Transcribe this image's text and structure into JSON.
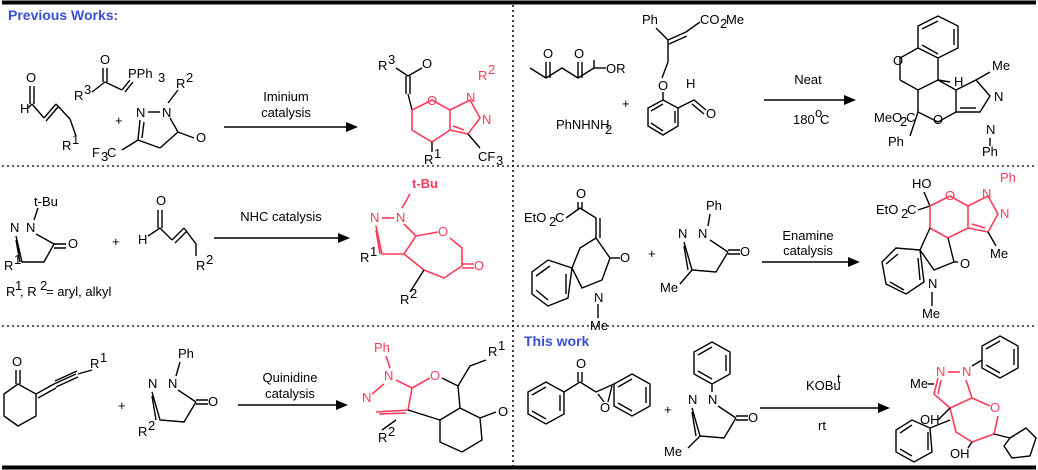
{
  "titles": {
    "previous": "Previous Works:",
    "this_work": "This work"
  },
  "panel1": {
    "conditions": [
      "Iminium",
      "catalysis"
    ],
    "atoms": {
      "h": "H",
      "o1": "O",
      "r1": "R",
      "r1sup": "1",
      "r3": "R",
      "r3sup": "3",
      "o2": "O",
      "pph3": "PPh",
      "pph3sub": "3",
      "plus": "+",
      "n1": "N",
      "n2": "N",
      "r2": "R",
      "r2sup": "2",
      "cf3": "F",
      "cf3pre": "F",
      "cf3c": "C",
      "cf3sub": "3",
      "o3": "O"
    },
    "product": {
      "r3": "R",
      "r3sup": "3",
      "o": "O",
      "ring_o": "O",
      "n1": "N",
      "n2": "N",
      "r2": "R",
      "r2sup": "2",
      "r1": "R",
      "r1sup": "1",
      "cf3": "CF",
      "cf3sub": "3"
    }
  },
  "panel2": {
    "conditions_top": "Neat",
    "conditions_bottom": "180",
    "conditions_deg": "o",
    "conditions_unit": "C",
    "atoms": {
      "o1": "O",
      "o2": "O",
      "or": "OR",
      "ph": "Ph",
      "co2me": "CO",
      "co2me_sub": "2",
      "co2me_end": "Me",
      "phnhnh2": "PhNHNH",
      "phnhnh2_sub": "2",
      "plus": "+",
      "o3": "O",
      "o4": "O",
      "h": "H"
    },
    "product": {
      "o": "O",
      "h": "H",
      "me": "Me",
      "meo2c": "MeO",
      "meo2c_sub": "2",
      "meo2c_end": "C",
      "ph": "Ph",
      "ring_o": "O",
      "n1": "N",
      "n2": "N",
      "nph": "Ph"
    }
  },
  "panel3": {
    "conditions": "NHC catalysis",
    "atoms": {
      "tbu": "t-Bu",
      "n1": "N",
      "n2": "N",
      "o": "O",
      "r1": "R",
      "r1sup": "1",
      "plus": "+",
      "h": "H",
      "o2": "O",
      "r2": "R",
      "r2sup": "2"
    },
    "note": {
      "r1": "R",
      "r1sup": "1",
      "comma": ", R",
      "r2sup": "2",
      "rest": " = aryl, alkyl"
    },
    "product": {
      "tbu": "t-Bu",
      "n1": "N",
      "n2": "N",
      "o": "O",
      "co": "O",
      "r1": "R",
      "r1sup": "1",
      "r2": "R",
      "r2sup": "2"
    }
  },
  "panel4": {
    "conditions": [
      "Enamine",
      "catalysis"
    ],
    "atoms": {
      "eto2c": "EtO",
      "eto2c_sub": "2",
      "eto2c_end": "C",
      "o1": "O",
      "o2": "O",
      "n": "N",
      "me": "Me",
      "plus": "+",
      "pn1": "N",
      "pn2": "N",
      "pph": "Ph",
      "pme": "Me",
      "po": "O"
    },
    "product": {
      "ho": "HO",
      "eto2c": "EtO",
      "eto2c_sub": "2",
      "eto2c_end": "C",
      "ring_o": "O",
      "n1": "N",
      "n2": "N",
      "ph": "Ph",
      "me": "Me",
      "o": "O",
      "n": "N",
      "nme": "Me"
    }
  },
  "panel5": {
    "conditions": [
      "Quinidine",
      "catalysis"
    ],
    "atoms": {
      "o": "O",
      "r1": "R",
      "r1sup": "1",
      "plus": "+",
      "n1": "N",
      "n2": "N",
      "ph": "Ph",
      "r2": "R",
      "r2sup": "2",
      "o2": "O"
    },
    "product": {
      "ph": "Ph",
      "n1": "N",
      "n2": "N",
      "ring_o": "O",
      "r1": "R",
      "r1sup": "1",
      "r2": "R",
      "r2sup": "2",
      "o": "O"
    }
  },
  "panel6": {
    "conditions_top": "KOBu",
    "conditions_top_sup": "t",
    "conditions_bottom": "rt",
    "atoms": {
      "o1": "O",
      "o2": "O",
      "plus": "+",
      "n1": "N",
      "n2": "N",
      "me": "Me",
      "o3": "O"
    },
    "product": {
      "me": "Me",
      "n1": "N",
      "n2": "N",
      "oh1": "OH",
      "oh2": "OH",
      "ring_o": "O"
    }
  }
}
